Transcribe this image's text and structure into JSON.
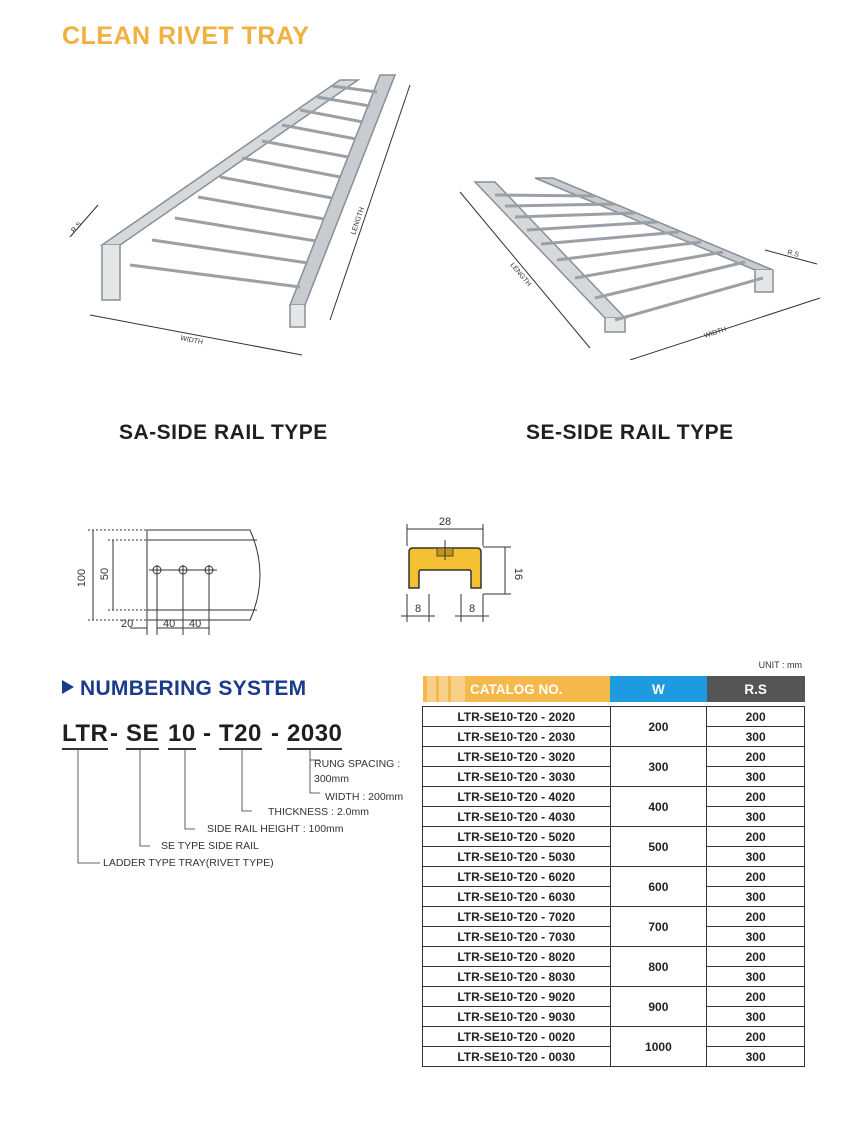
{
  "title": "CLEAN RIVET TRAY",
  "figures": {
    "sa_caption": "SA-SIDE RAIL TYPE",
    "se_caption": "SE-SIDE RAIL TYPE",
    "dim_rs": "R.S",
    "dim_length": "LENGTH",
    "dim_width": "WIDTH"
  },
  "side_rail_drawing": {
    "height_outer": "100",
    "height_inner": "50",
    "offset": "20",
    "pitch_a": "40",
    "pitch_b": "40"
  },
  "channel_drawing": {
    "width": "28",
    "height": "16",
    "lip_left": "8",
    "lip_right": "8"
  },
  "numbering": {
    "title": "NUMBERING SYSTEM",
    "code_parts": {
      "p1": "LTR",
      "p2": "SE",
      "p3": "10",
      "p4": "T20",
      "p5": "2030"
    },
    "separators": [
      "-",
      "-",
      "-"
    ],
    "labels": {
      "rung_spacing_1": "RUNG SPACING :",
      "rung_spacing_2": "300mm",
      "width": "WIDTH : 200mm",
      "thickness": "THICKNESS : 2.0mm",
      "side_rail_height": "SIDE RAIL HEIGHT : 100mm",
      "se_type": "SE TYPE SIDE RAIL",
      "ladder_type": "LADDER TYPE TRAY(RIVET TYPE)"
    }
  },
  "catalog": {
    "unit": "UNIT : mm",
    "headers": {
      "catalog": "CATALOG NO.",
      "w": "W",
      "rs": "R.S"
    },
    "groups": [
      {
        "w": "200",
        "rows": [
          {
            "no": "LTR-SE10-T20 - 2020",
            "rs": "200"
          },
          {
            "no": "LTR-SE10-T20 - 2030",
            "rs": "300"
          }
        ]
      },
      {
        "w": "300",
        "rows": [
          {
            "no": "LTR-SE10-T20 - 3020",
            "rs": "200"
          },
          {
            "no": "LTR-SE10-T20 - 3030",
            "rs": "300"
          }
        ]
      },
      {
        "w": "400",
        "rows": [
          {
            "no": "LTR-SE10-T20 - 4020",
            "rs": "200"
          },
          {
            "no": "LTR-SE10-T20 - 4030",
            "rs": "300"
          }
        ]
      },
      {
        "w": "500",
        "rows": [
          {
            "no": "LTR-SE10-T20 - 5020",
            "rs": "200"
          },
          {
            "no": "LTR-SE10-T20 - 5030",
            "rs": "300"
          }
        ]
      },
      {
        "w": "600",
        "rows": [
          {
            "no": "LTR-SE10-T20 - 6020",
            "rs": "200"
          },
          {
            "no": "LTR-SE10-T20 - 6030",
            "rs": "300"
          }
        ]
      },
      {
        "w": "700",
        "rows": [
          {
            "no": "LTR-SE10-T20 - 7020",
            "rs": "200"
          },
          {
            "no": "LTR-SE10-T20 - 7030",
            "rs": "300"
          }
        ]
      },
      {
        "w": "800",
        "rows": [
          {
            "no": "LTR-SE10-T20 - 8020",
            "rs": "200"
          },
          {
            "no": "LTR-SE10-T20 - 8030",
            "rs": "300"
          }
        ]
      },
      {
        "w": "900",
        "rows": [
          {
            "no": "LTR-SE10-T20 - 9020",
            "rs": "200"
          },
          {
            "no": "LTR-SE10-T20 - 9030",
            "rs": "300"
          }
        ]
      },
      {
        "w": "1000",
        "rows": [
          {
            "no": "LTR-SE10-T20 - 0020",
            "rs": "200"
          },
          {
            "no": "LTR-SE10-T20 - 0030",
            "rs": "300"
          }
        ]
      }
    ]
  }
}
